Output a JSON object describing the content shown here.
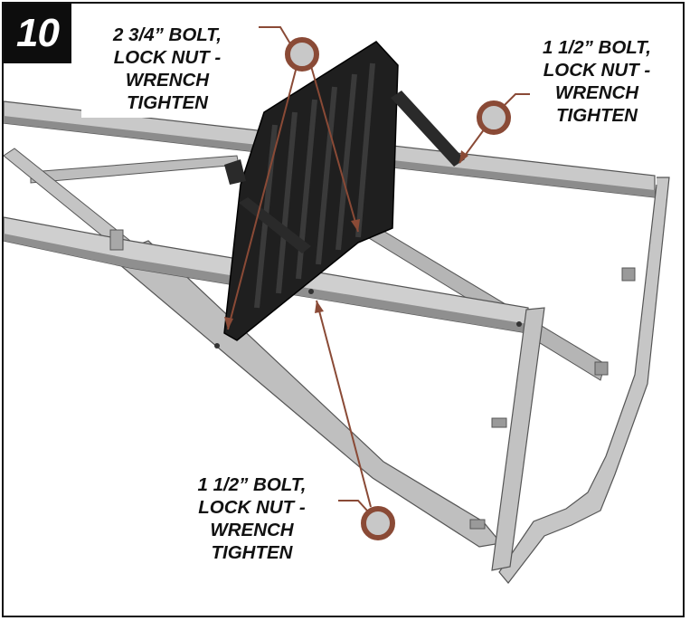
{
  "step": {
    "number": "10"
  },
  "callouts": {
    "top_left": {
      "lines": [
        "2 3/4” BOLT,",
        "LOCK NUT -",
        "WRENCH",
        "TIGHTEN"
      ]
    },
    "top_right": {
      "lines": [
        "1 1/2” BOLT,",
        "LOCK NUT -",
        "WRENCH",
        "TIGHTEN"
      ]
    },
    "bottom": {
      "lines": [
        "1 1/2” BOLT,",
        "LOCK NUT -",
        "WRENCH",
        "TIGHTEN"
      ]
    }
  },
  "colors": {
    "frame_border": "#111111",
    "step_box": "#0d0d0d",
    "metal_light": "#c9c9c9",
    "metal_mid": "#a3a3a3",
    "metal_dark": "#6e6e6e",
    "part_black": "#1f1f1f",
    "pointer": "#8a4a36",
    "marker_fill": "#c8c8c8"
  }
}
